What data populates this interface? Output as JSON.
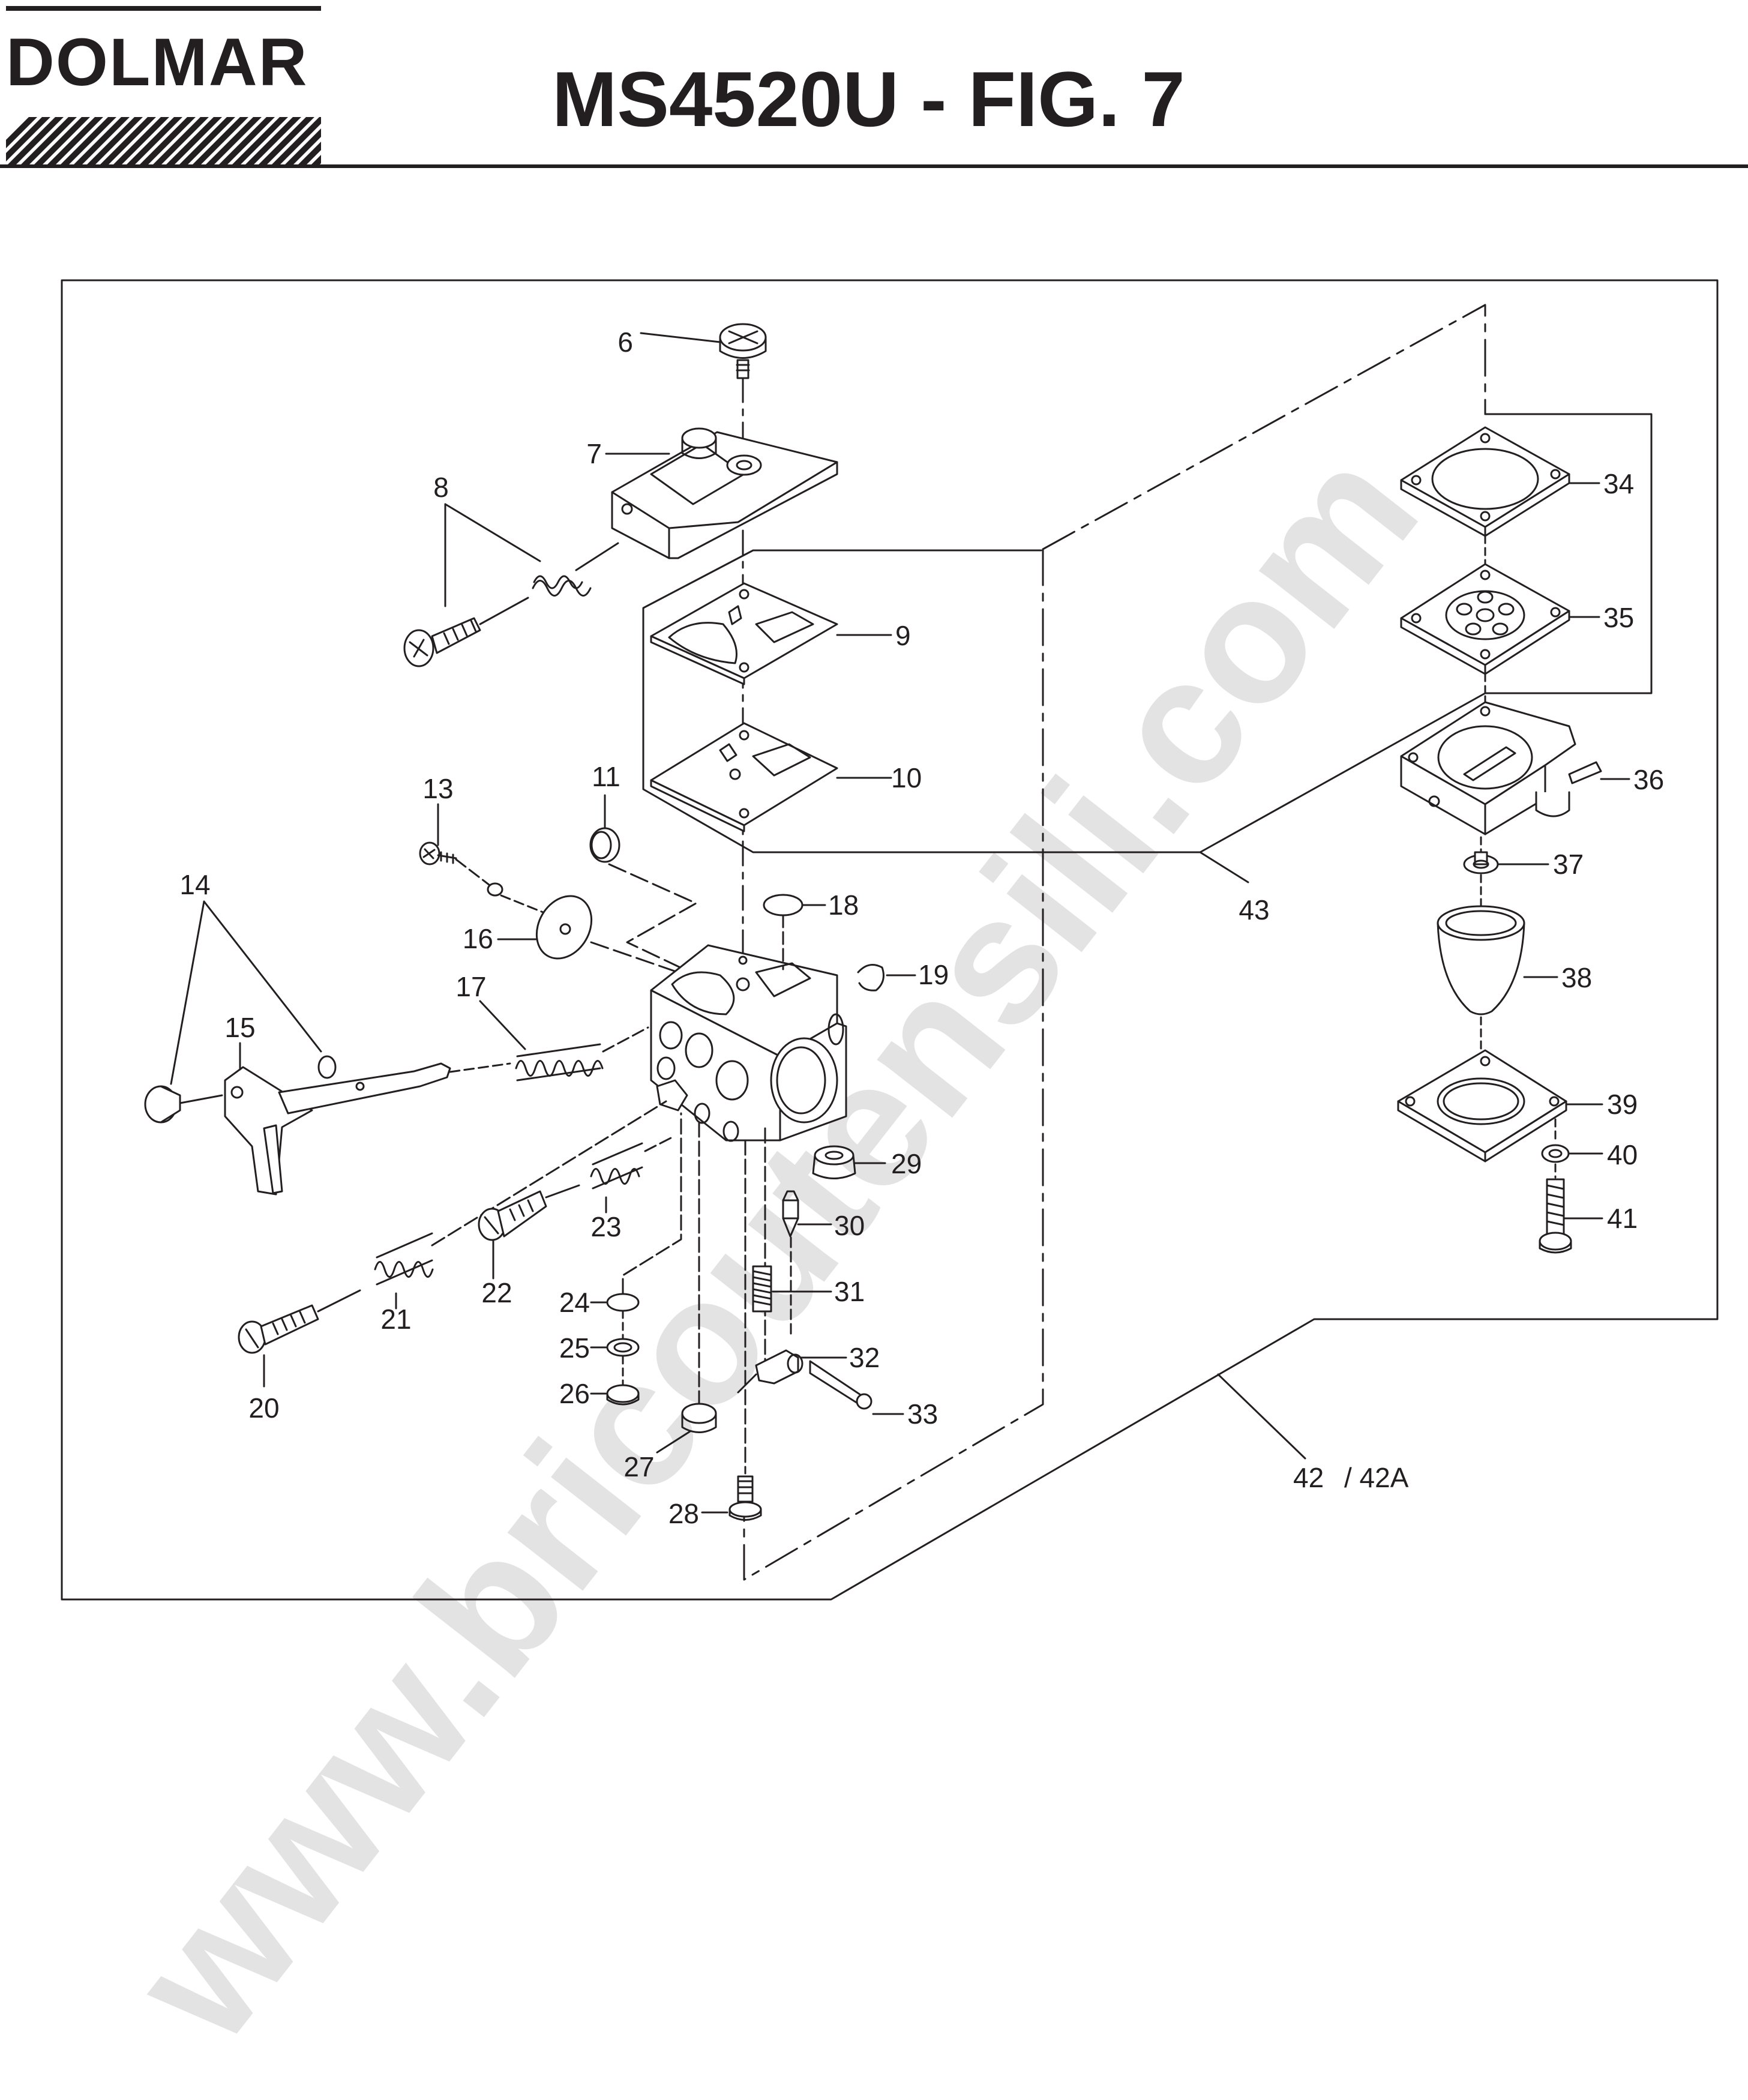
{
  "brand": {
    "logo_text": "DOLMAR"
  },
  "title": "MS4520U - FIG. 7",
  "watermark": "www.bricoutensili.com",
  "part_labels": [
    "6",
    "7",
    "8",
    "9",
    "10",
    "11",
    "13",
    "14",
    "15",
    "16",
    "17",
    "18",
    "19",
    "20",
    "21",
    "22",
    "23",
    "24",
    "25",
    "26",
    "27",
    "28",
    "29",
    "30",
    "31",
    "32",
    "33",
    "34",
    "35",
    "36",
    "37",
    "38",
    "39",
    "40",
    "41",
    "42",
    "/ 42A",
    "43"
  ],
  "colors": {
    "ink": "#231f20",
    "watermark": "#d9d9d9",
    "background": "#ffffff"
  }
}
